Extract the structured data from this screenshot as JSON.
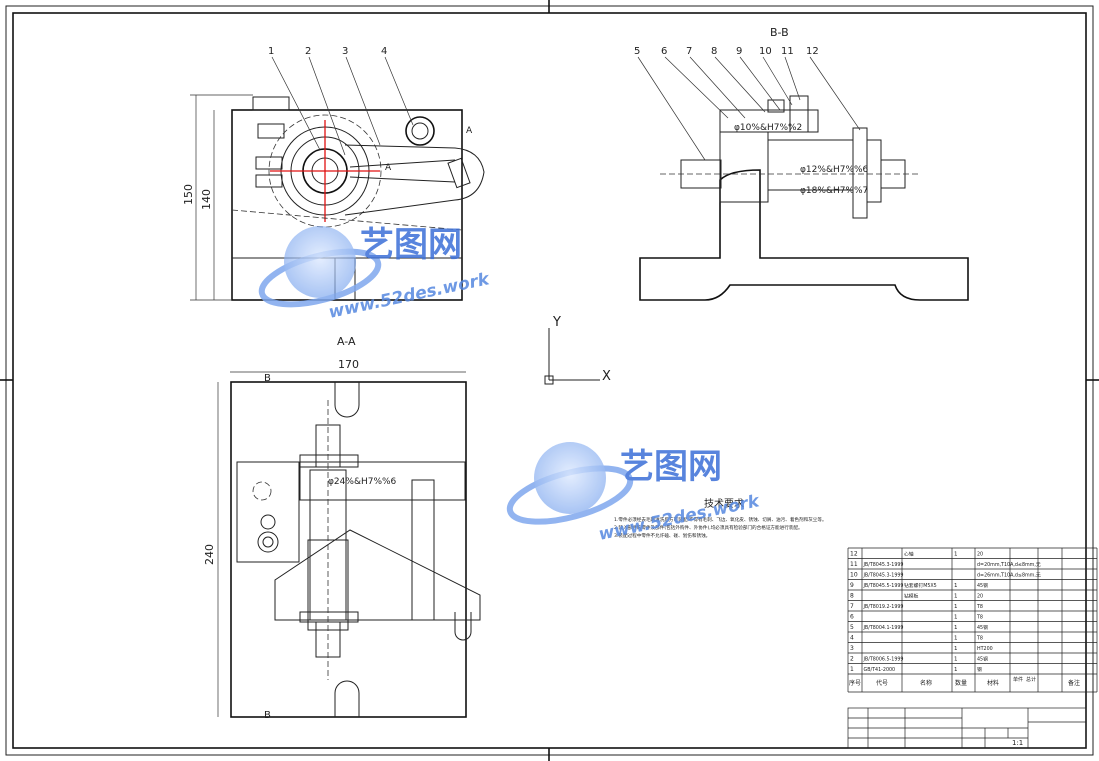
{
  "notes": {
    "title": "技术要求",
    "lines": [
      "1.零件必须经去毛刺清洗后方可装配,不得有毛刺、飞边、氧化皮、锈蚀、切屑、油污、着色剂和灰尘等。",
      "2.装入部件的零件及部件(包括外购件、外协件),均必须具有检验部门的合格证方能进行装配。",
      "3.装配过程中零件不允许磕、碰、划伤和锈蚀。"
    ]
  },
  "watermark": {
    "brand": "艺图网",
    "url": "www.52des.work"
  },
  "parts_list": {
    "header": [
      "序号",
      "代号",
      "名称",
      "数量",
      "材料",
      "单件",
      "总计",
      "备注"
    ],
    "rows": [
      {
        "no": "12",
        "code": "",
        "name": "心轴",
        "qty": "1",
        "material": "20"
      },
      {
        "no": "11",
        "code": "JB/T8045.3-1999",
        "name": "",
        "qty": "",
        "material": "d=20mm,T10A,d≤8mm,无"
      },
      {
        "no": "10",
        "code": "JB/T8045.3-1999",
        "name": "",
        "qty": "",
        "material": "d=26mm,T10A,d≤8mm,无"
      },
      {
        "no": "9",
        "code": "JB/T8045.5-1999",
        "name": "钻套螺钉M5X5",
        "qty": "1",
        "material": "45钢"
      },
      {
        "no": "8",
        "code": "",
        "name": "钻模板",
        "qty": "1",
        "material": "20"
      },
      {
        "no": "7",
        "code": "JB/T8019.2-1999",
        "name": "",
        "qty": "1",
        "material": "T8"
      },
      {
        "no": "6",
        "code": "",
        "name": "",
        "qty": "1",
        "material": "T8"
      },
      {
        "no": "5",
        "code": "JB/T8004.1-1999",
        "name": "",
        "qty": "1",
        "material": "45钢"
      },
      {
        "no": "4",
        "code": "",
        "name": "",
        "qty": "1",
        "material": "T8"
      },
      {
        "no": "3",
        "code": "",
        "name": "",
        "qty": "1",
        "material": "HT200"
      },
      {
        "no": "2",
        "code": "JB/T8006.5-1999",
        "name": "",
        "qty": "1",
        "material": "45钢"
      },
      {
        "no": "1",
        "code": "GB/T41-2000",
        "name": "",
        "qty": "1",
        "material": "钢"
      }
    ]
  },
  "title_block": {
    "scale": "1:1"
  }
}
